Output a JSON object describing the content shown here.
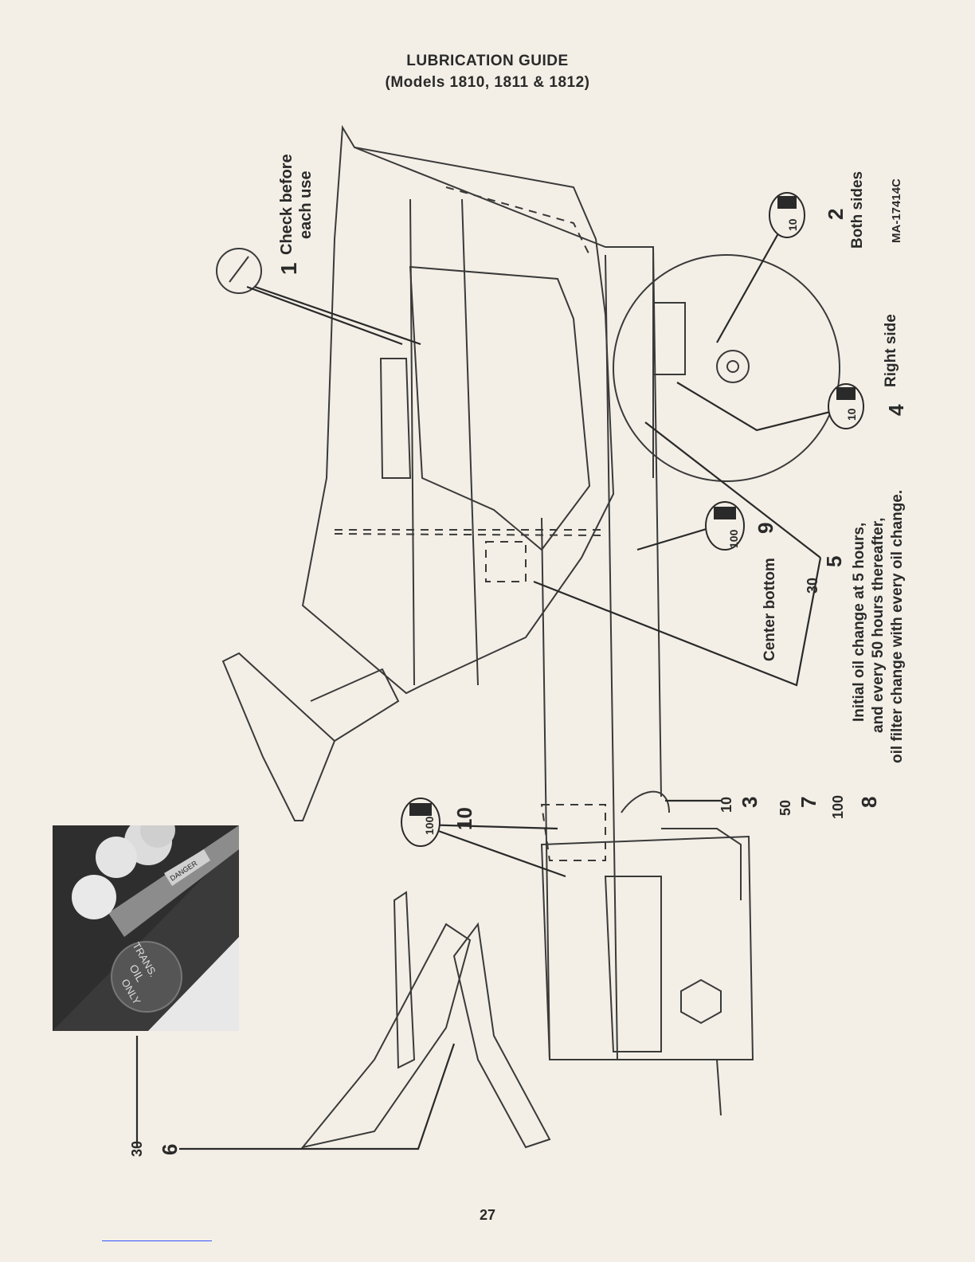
{
  "header": {
    "title": "LUBRICATION GUIDE",
    "subtitle": "(Models 1810, 1811 & 1812)"
  },
  "figure_id": "MA-17414C",
  "callouts": {
    "c1_num": "1",
    "c1_text_a": "Check before",
    "c1_text_b": "each use",
    "c2_hours": "10",
    "c2_num": "2",
    "c2_text": "Both sides",
    "c4_hours": "10",
    "c4_num": "4",
    "c4_text": "Right side",
    "c9_hours": "100",
    "c9_num": "9",
    "c9_text": "Center bottom",
    "c5_hours": "30",
    "c5_num": "5",
    "c5_note_a": "Initial oil change at 5 hours,",
    "c5_note_b": "and every 50 hours thereafter,",
    "c5_note_c": "oil filter change with every oil change.",
    "c3_hours": "10",
    "c3_num": "3",
    "c7_hours": "50",
    "c7_num": "7",
    "c8_hours": "100",
    "c8_num": "8",
    "c10_hours": "100",
    "c10_num": "10",
    "c6_hours": "30",
    "c6_num": "6"
  },
  "photo_text": {
    "cap_a": "TRANS.",
    "cap_b": "OIL",
    "cap_c": "ONLY",
    "decal": "DANGER"
  },
  "footer": {
    "page_number": "27"
  }
}
